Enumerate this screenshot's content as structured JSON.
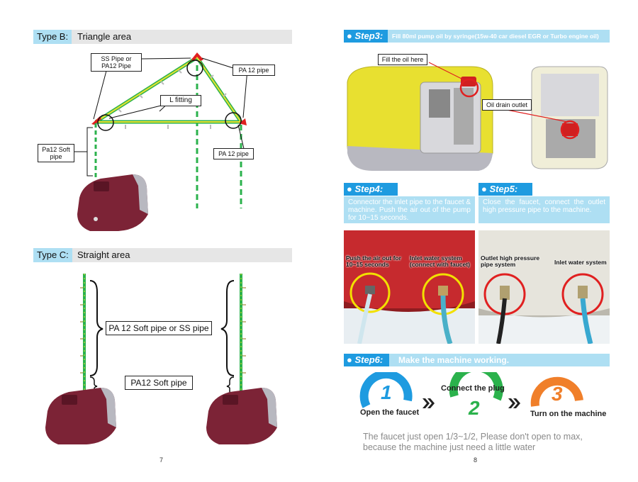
{
  "left_page": {
    "type_b": {
      "tag": "Type B:",
      "title": "Triangle area"
    },
    "labels": {
      "ss_pipe": "SS Pipe or PA12 Pipe",
      "pa12_pipe_top": "PA 12 pipe",
      "l_fitting": "L fitting",
      "pa12_pipe_right": "PA 12 pipe",
      "pa12_soft": "Pa12 Soft pipe"
    },
    "type_c": {
      "tag": "Type C:",
      "title": "Straight area"
    },
    "labels_c": {
      "pa12_soft_or_ss": "PA 12 Soft pipe or SS pipe",
      "pa12_soft_pipe": "PA12 Soft pipe"
    },
    "page_number": "7"
  },
  "right_page": {
    "step3": {
      "tag": "Step3:",
      "desc": "Fill 80ml pump oil by syringe(15w-40 car diesel EGR or Turbo engine oil)"
    },
    "step3_labels": {
      "fill_oil": "Fill the oil here",
      "drain": "Oil drain outlet"
    },
    "step4": {
      "tag": "Step4:",
      "text": "Connector the inlet pipe to the faucet & machine. Push the air out of the pump for 10~15 seconds."
    },
    "step5": {
      "tag": "Step5:",
      "text": "Close the faucet, connect the outlet high pressure pipe to the machine."
    },
    "photo_labels": {
      "push_air": "Push the air out for 10~15 seconds",
      "inlet_faucet": "Inlet water system (connect with faucet)",
      "outlet_hp": "Outlet high pressure pipe system",
      "inlet_water": "Inlet water system"
    },
    "step6": {
      "tag": "Step6:",
      "desc": "Make the machine working."
    },
    "steps": [
      {
        "num": "1",
        "label": "Open the faucet",
        "color": "#1e9be0"
      },
      {
        "num": "2",
        "label": "Connect the plug",
        "color": "#2bb24c"
      },
      {
        "num": "3",
        "label": "Turn on the machine",
        "color": "#f07f2a"
      }
    ],
    "note": "The faucet just open 1/3~1/2, Please don't open to max, because the machine just need a little water",
    "page_number": "8"
  },
  "colors": {
    "step_blue": "#1e9be0",
    "light_blue": "#aedff3",
    "pipe_green": "#2bb24c",
    "pipe_yellow": "#e8e030"
  }
}
